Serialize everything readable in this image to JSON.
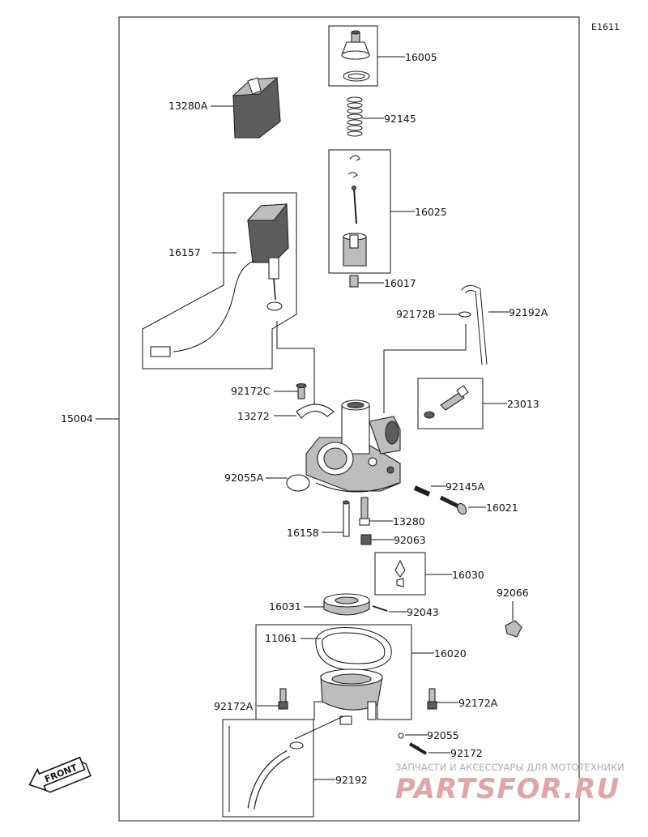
{
  "figure_code": "E1611",
  "labels": {
    "l15004": "15004",
    "l16005": "16005",
    "l13280A": "13280A",
    "l92145": "92145",
    "l16025": "16025",
    "l16157": "16157",
    "l16017": "16017",
    "l92172B": "92172B",
    "l92192A": "92192A",
    "l23013": "23013",
    "l92172C": "92172C",
    "l13272": "13272",
    "l92055A": "92055A",
    "l92145A": "92145A",
    "l16021": "16021",
    "l13280": "13280",
    "l16158": "16158",
    "l92063": "92063",
    "l16030": "16030",
    "l92066": "92066",
    "l16031": "16031",
    "l92043": "92043",
    "l11061": "11061",
    "l16020": "16020",
    "l92172A_left": "92172A",
    "l92172A_right": "92172A",
    "l92055": "92055",
    "l92172": "92172",
    "l92192": "92192"
  },
  "front_badge": "FRONT",
  "watermark": {
    "subtitle": "ЗАПЧАСТИ И АКСЕССУАРЫ ДЛЯ МОТОТЕХНИКИ",
    "brand": "PARTSFOR.RU",
    "color": "#e0a6a6"
  }
}
